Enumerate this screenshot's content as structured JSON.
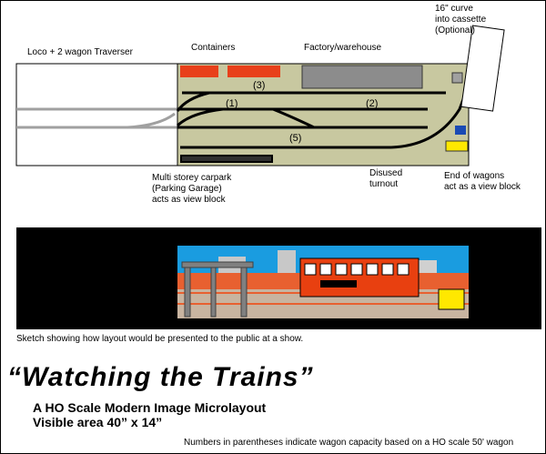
{
  "labels": {
    "traverser": "Loco + 2 wagon Traverser",
    "containers": "Containers",
    "factory": "Factory/warehouse",
    "curve": "16\" curve\ninto cassette\n(Optional)",
    "carpark": "Multi storey carpark\n(Parking Garage)\nacts as view block",
    "turnout": "Disused\nturnout",
    "end_wagons": "End of wagons\nact as a view block",
    "sketch_caption": "Sketch showing how layout would be presented to the public at a show.",
    "footnote": "Numbers in parentheses indicate wagon capacity based on a HO scale 50' wagon"
  },
  "capacities": [
    "(3)",
    "(1)",
    "(2)",
    "(5)"
  ],
  "title": {
    "main": "“Watching the Trains”",
    "line1": "A HO Scale Modern Image Microlayout",
    "line2": "Visible area 40” x 14”"
  },
  "colors": {
    "baseboard": "#c8c8a0",
    "containers": "#e8401a",
    "factory": "#8c8c8c",
    "track": "#000000",
    "sky": "#1a9ce0",
    "building": "#e84010",
    "yellow_wagon": "#ffe800",
    "blue_wagon": "#1a4ab4"
  }
}
